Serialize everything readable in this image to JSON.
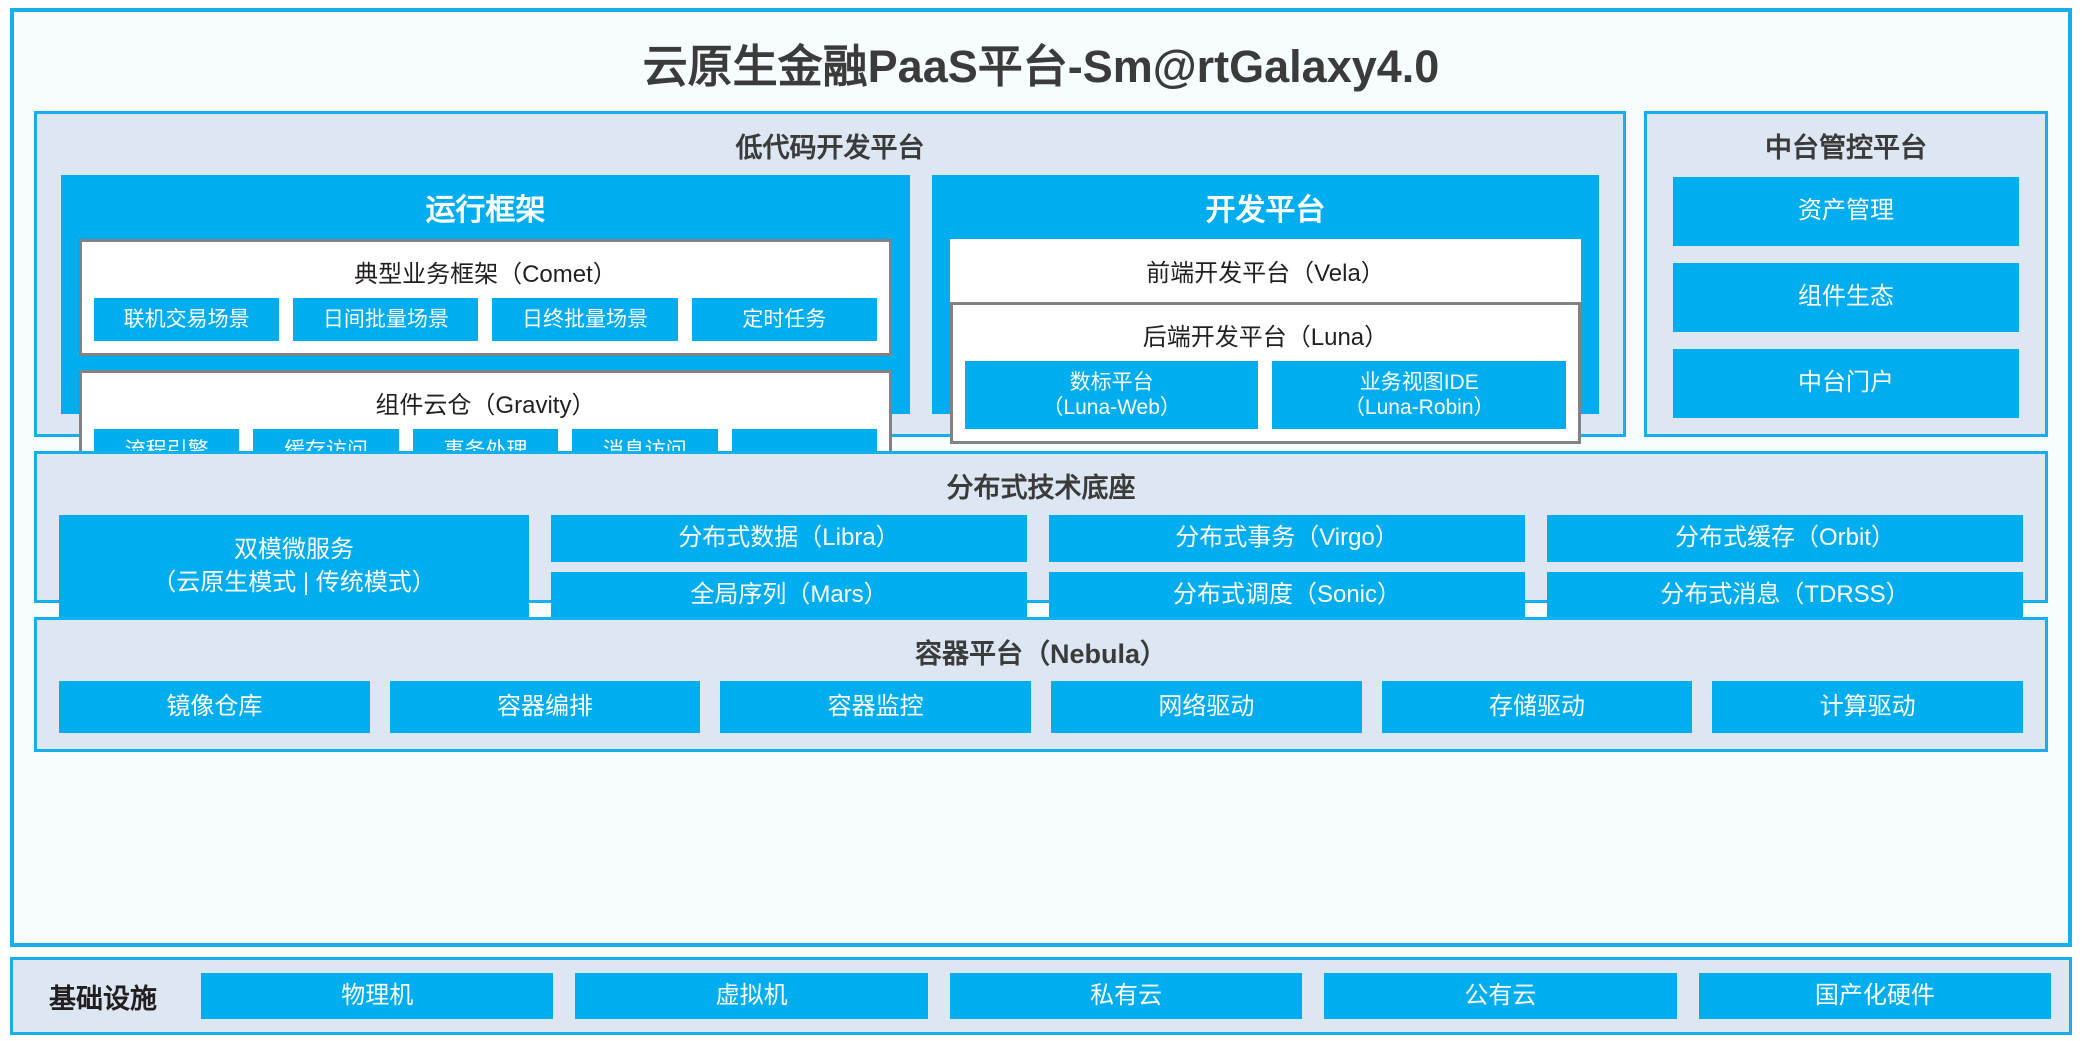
{
  "colors": {
    "accent": "#00AEEF",
    "panel_border": "#15b0ec",
    "panel_bg": "#dde7f3",
    "card_bg": "#f7fdff",
    "inner_border": "#808285",
    "text_dark": "#231f20"
  },
  "main_title": "云原生金融PaaS平台-Sm@rtGalaxy4.0",
  "lowcode": {
    "title": "低代码开发平台",
    "runtime_framework": {
      "title": "运行框架",
      "comet": {
        "title": "典型业务框架（Comet）",
        "chips": [
          "联机交易场景",
          "日间批量场景",
          "日终批量场景",
          "定时任务"
        ]
      },
      "gravity": {
        "title": "组件云仓（Gravity）",
        "chips": [
          "流程引擎",
          "缓存访问",
          "事务处理",
          "消息访问",
          "……"
        ]
      }
    },
    "dev_platform": {
      "title": "开发平台",
      "frontend": "前端开发平台（Vela）",
      "backend": {
        "title": "后端开发平台（Luna）",
        "chips": [
          "数标平台\n（Luna-Web）",
          "业务视图IDE\n（Luna-Robin）"
        ]
      }
    }
  },
  "mid_platform": {
    "title": "中台管控平台",
    "chips": [
      "资产管理",
      "组件生态",
      "中台门户"
    ]
  },
  "distributed_base": {
    "title": "分布式技术底座",
    "microservice": "双模微服务\n（云原生模式 | 传统模式）",
    "columns": [
      [
        "分布式数据（Libra）",
        "全局序列（Mars）"
      ],
      [
        "分布式事务（Virgo）",
        "分布式调度（Sonic）"
      ],
      [
        "分布式缓存（Orbit）",
        "分布式消息（TDRSS）"
      ]
    ]
  },
  "container_platform": {
    "title": "容器平台（Nebula）",
    "chips": [
      "镜像仓库",
      "容器编排",
      "容器监控",
      "网络驱动",
      "存储驱动",
      "计算驱动"
    ]
  },
  "infrastructure": {
    "label": "基础设施",
    "chips": [
      "物理机",
      "虚拟机",
      "私有云",
      "公有云",
      "国产化硬件"
    ]
  }
}
